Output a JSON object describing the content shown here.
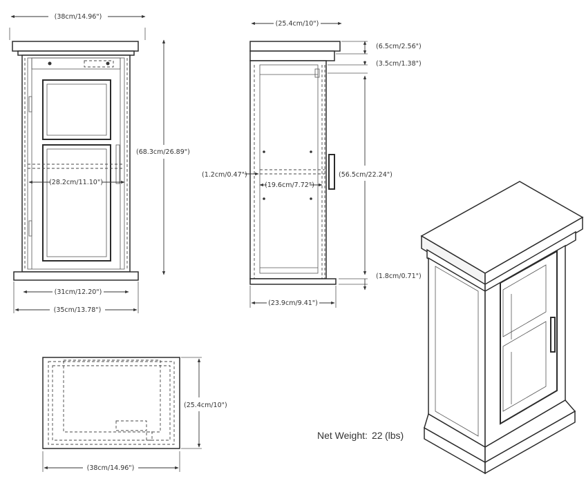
{
  "front_view": {
    "top_width": "(38cm/14.96\")",
    "height": "(68.3cm/26.89\")",
    "inner_width": "(28.2cm/11.10\")",
    "base_inner_width": "(31cm/12.20\")",
    "base_width": "(35cm/13.78\")"
  },
  "side_view": {
    "top_depth": "(25.4cm/10\")",
    "crown_height": "(6.5cm/2.56\")",
    "frame_height": "(3.5cm/1.38\")",
    "shelf_thickness": "(1.2cm/0.47\")",
    "inner_depth": "(19.6cm/7.72\")",
    "body_height": "(56.5cm/22.24\")",
    "base_height": "(1.8cm/0.71\")",
    "base_depth": "(23.9cm/9.41\")"
  },
  "top_view": {
    "depth": "(25.4cm/10\")",
    "width": "(38cm/14.96\")"
  },
  "net_weight": {
    "label": "Net Weight:",
    "value": "22",
    "unit": "(lbs)"
  }
}
